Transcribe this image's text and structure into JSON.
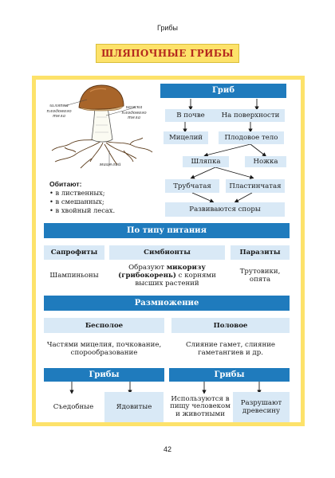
{
  "header": {
    "running_title": "Грибы",
    "title": "ШЛЯПОЧНЫЕ ГРИБЫ"
  },
  "illustration": {
    "cap_label": [
      "шляпка",
      "плодового",
      "тела"
    ],
    "stem_label": [
      "ножка",
      "плодового",
      "тела"
    ],
    "mycelium_label": "мицелий"
  },
  "habitat": {
    "title": "Обитают:",
    "items": [
      "в лиственных;",
      "в смешанных;",
      "в хвойный лесах."
    ]
  },
  "structure": {
    "root": "Гриб",
    "in_soil": "В почве",
    "on_surface": "На поверхности",
    "mycelium": "Мицелий",
    "fruit_body": "Плодовое тело",
    "cap": "Шляпка",
    "stem": "Ножка",
    "tubular": "Трубчатая",
    "lamellar": "Пластинчатая",
    "spores": "Развиваются споры"
  },
  "nutrition": {
    "title": "По типу питания",
    "saprophytes": "Сапрофиты",
    "symbionts": "Симбионты",
    "parasites": "Паразиты",
    "saprophytes_example": "Шампиньоны",
    "symbionts_text_1": "Образуют ",
    "symbionts_bold": "микоризу (грибокорень)",
    "symbionts_text_2": " с корнями высших растений",
    "parasites_example": "Трутовики, опята"
  },
  "reproduction": {
    "title": "Размножение",
    "asexual": "Бесполое",
    "sexual": "Половое",
    "asexual_text": "Частями мицелия, почкование, спорообразование",
    "sexual_text": "Слияние гамет, слияние гаметангиев и др."
  },
  "usage": {
    "left_title": "Грибы",
    "right_title": "Грибы",
    "edible": "Съедобные",
    "poisonous": "Ядовитые",
    "food": "Используются в пищу человеком и животными",
    "destroy": "Разрушают древесину"
  },
  "footer": {
    "page_number": "42"
  },
  "colors": {
    "accent_blue": "#1f7bbd",
    "light_blue": "#d9e9f6",
    "title_yellow": "#fde26a",
    "title_red": "#b5291e"
  }
}
